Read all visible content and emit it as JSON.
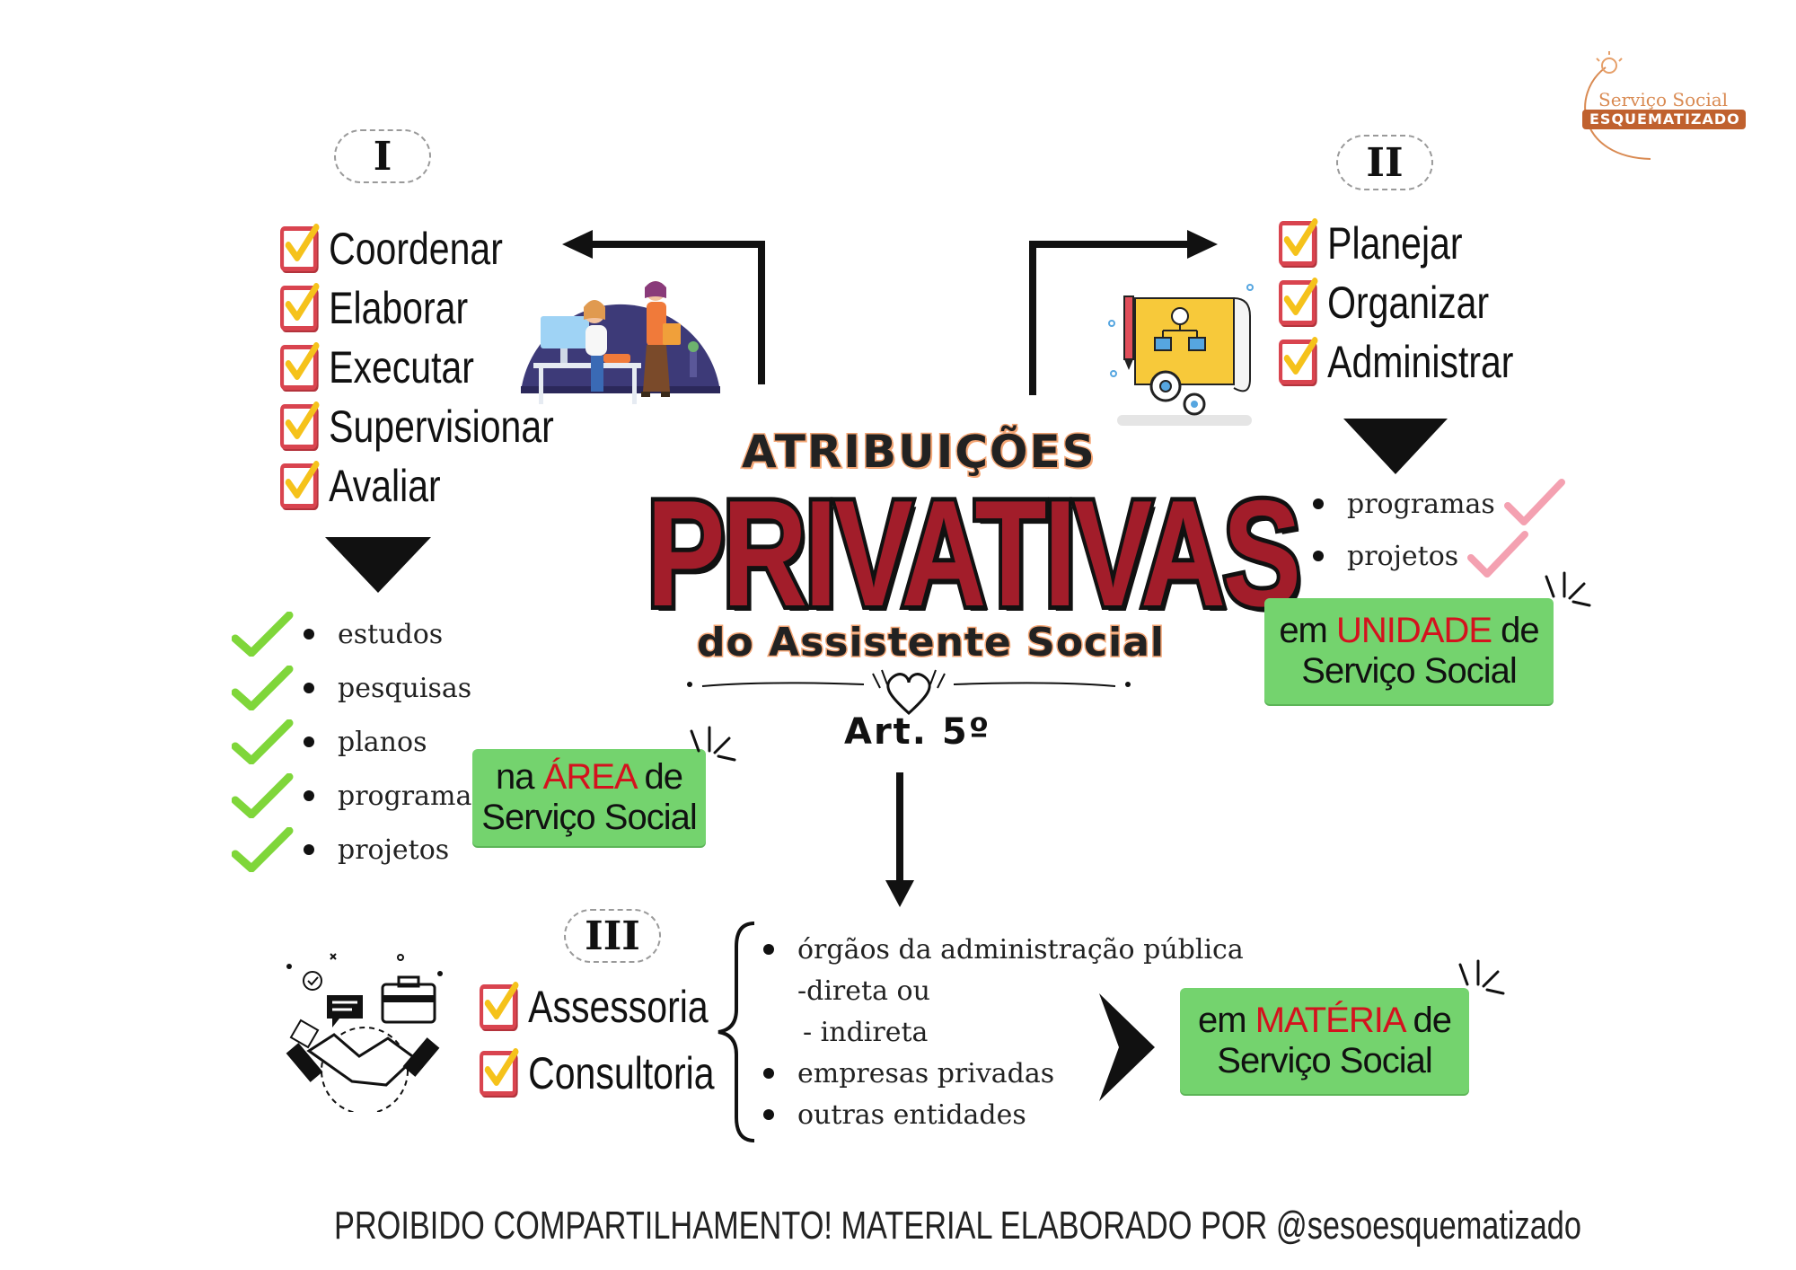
{
  "logo": {
    "line1": "Serviço Social",
    "line2": "ESQUEMATIZADO"
  },
  "title": {
    "top": "ATRIBUIÇÕES",
    "main": "PRIVATIVAS",
    "sub": "do Assistente Social",
    "article": "Art. 5º"
  },
  "section1": {
    "badge": "I",
    "verbs": [
      "Coordenar",
      "Elaborar",
      "Executar",
      "Supervisionar",
      "Avaliar"
    ],
    "items": [
      "estudos",
      "pesquisas",
      "planos",
      "programas",
      "projetos"
    ],
    "box": {
      "pre": "na",
      "highlight": "ÁREA",
      "post": "de",
      "line2": "Serviço Social"
    }
  },
  "section2": {
    "badge": "II",
    "verbs": [
      "Planejar",
      "Organizar",
      "Administrar"
    ],
    "items": [
      "programas",
      "projetos"
    ],
    "box": {
      "pre": "em",
      "highlight": "UNIDADE",
      "post": "de",
      "line2": "Serviço Social"
    }
  },
  "section3": {
    "badge": "III",
    "verbs": [
      "Assessoria",
      "Consultoria"
    ],
    "items": [
      "órgãos da administração pública",
      "-direta ou",
      "- indireta",
      "empresas privadas",
      "outras entidades"
    ],
    "box": {
      "pre": "em",
      "highlight": "MATÉRIA",
      "post": "de",
      "line2": "Serviço Social"
    }
  },
  "footer": "PROIBIDO COMPARTILHAMENTO!  MATERIAL ELABORADO POR @sesoesquematizado",
  "colors": {
    "red": "#d4121e",
    "green_box": "#74d36e",
    "title_red": "#a21d2a",
    "checkbox_red": "#d9444f",
    "check_yellow": "#f5c21b",
    "check_green": "#7fd63a",
    "check_pink": "#f4a1b1"
  }
}
